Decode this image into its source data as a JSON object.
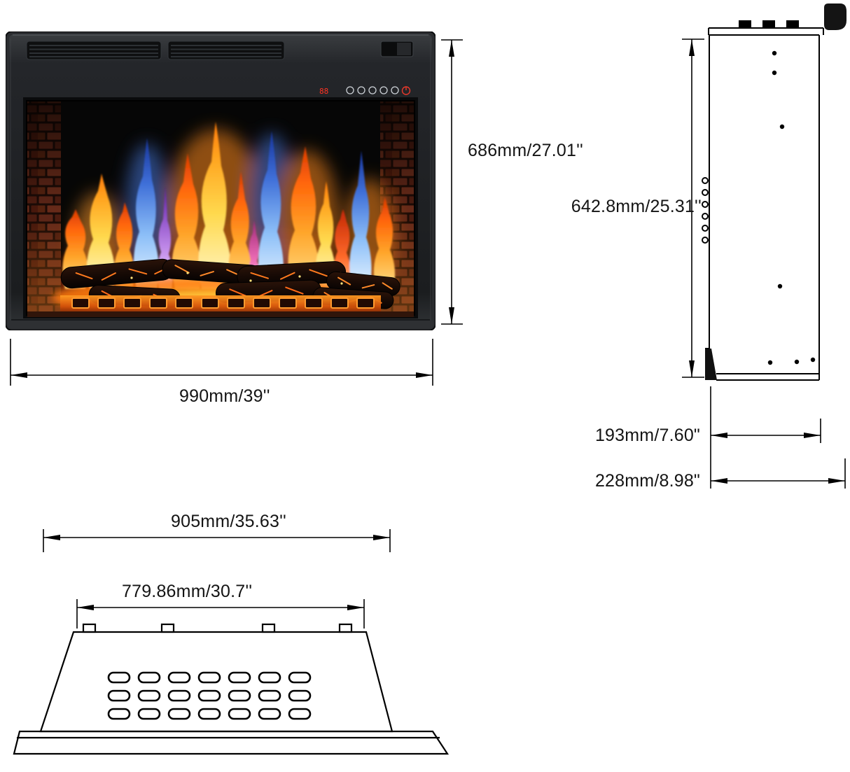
{
  "diagram": {
    "views": {
      "front": {
        "height_label": "686mm/27.01''",
        "width_label": "990mm/39''"
      },
      "side": {
        "height_label": "642.8mm/25.31''",
        "depth_body_label": "193mm/7.60\"",
        "depth_overall_label": "228mm/8.98\""
      },
      "top": {
        "overall_width_label": "905mm/35.63''",
        "opening_width_label": "779.86mm/30.7''"
      }
    },
    "fireplace": {
      "display_value": "88"
    },
    "colors": {
      "line": "#000000",
      "background": "#ffffff",
      "frame": "#232527",
      "brick": "#5c2517",
      "flame_orange": "#ff8a1a",
      "flame_blue": "#3f6fd8",
      "power_icon_red": "#e8392a"
    }
  }
}
